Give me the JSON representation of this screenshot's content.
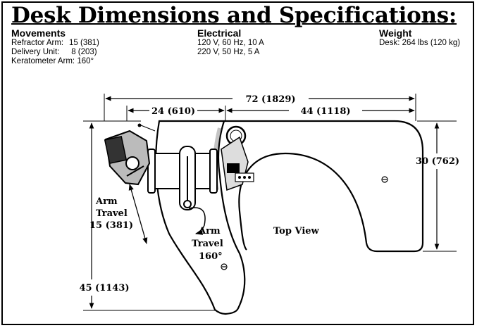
{
  "title": "Desk Dimensions and Specifications:",
  "movements": {
    "heading": "Movements",
    "items": [
      {
        "label": "Refractor Arm:",
        "value": "15 (381)"
      },
      {
        "label": "Delivery Unit:",
        "value": " 8 (203)"
      },
      {
        "label": "Keratometer Arm:",
        "value": "160°"
      }
    ]
  },
  "electrical": {
    "heading": "Electrical",
    "lines": [
      "120 V, 60 Hz, 10 A",
      "220 V, 50 Hz, 5 A"
    ]
  },
  "weight": {
    "heading": "Weight",
    "lines": [
      "Desk: 264 lbs (120 kg)"
    ]
  },
  "diagram": {
    "dim_total_width": "72 (1829)",
    "dim_left_section": "24 (610)",
    "dim_right_section": "44 (1118)",
    "dim_depth": "30 (762)",
    "dim_overall_depth": "45 (1143)",
    "arm_travel_linear": [
      "Arm",
      "Travel",
      "15 (381)"
    ],
    "arm_travel_rotation": [
      "Arm",
      "Travel",
      "160°"
    ],
    "view_label": "Top View"
  }
}
